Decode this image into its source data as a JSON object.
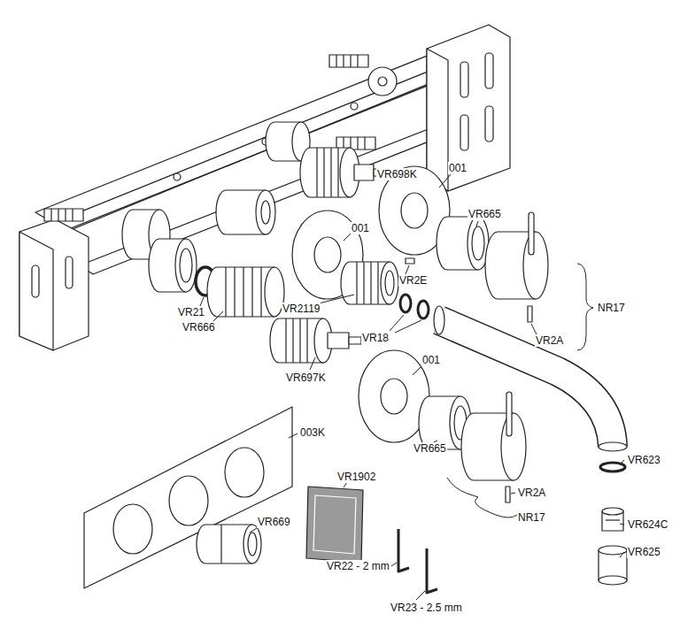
{
  "diagram": {
    "labels": [
      "VR698K",
      "001",
      "VR665",
      "001",
      "VR21",
      "VR2119",
      "VR2E",
      "VR666",
      "VR18",
      "NR17",
      "VR2A",
      "VR697K",
      "001",
      "VR665",
      "003K",
      "VR623",
      "VR1902",
      "VR2A",
      "VR624C",
      "VR669",
      "NR17",
      "VR625",
      "VR22 - 2 mm",
      "VR23 - 2.5 mm"
    ]
  }
}
